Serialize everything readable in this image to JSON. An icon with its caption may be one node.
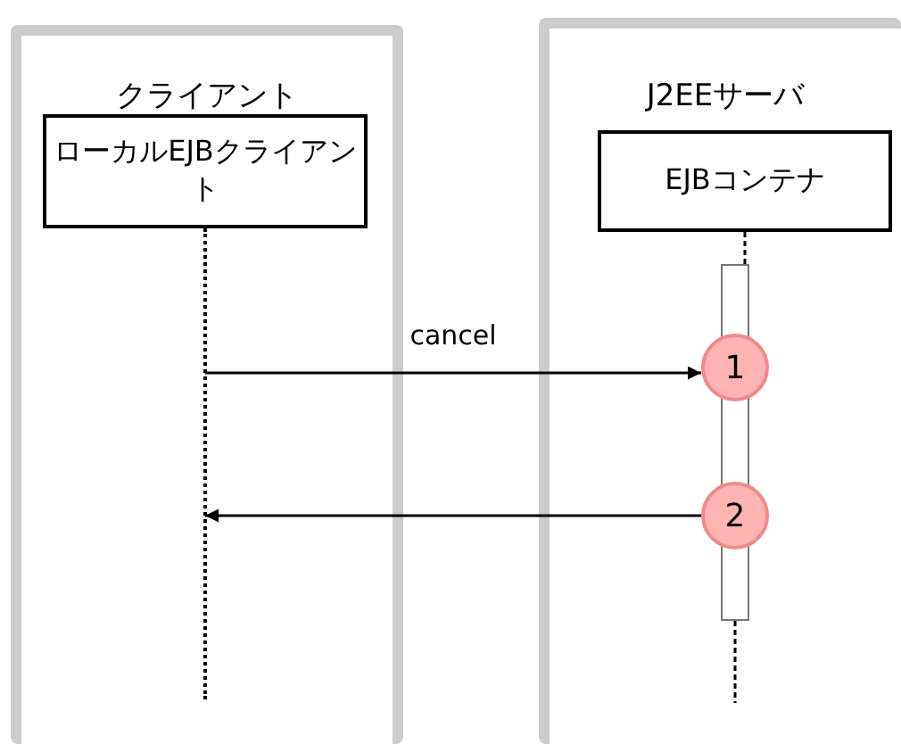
{
  "diagram": {
    "nodes": [
      {
        "text": [
          "クライアント"
        ]
      },
      {
        "text": [
          "ローカルEJBクライアント"
        ],
        "in": 0
      },
      {
        "text": [
          "J2EEサーバ"
        ]
      },
      {
        "text": [
          "EJBコンテナ"
        ],
        "in": 2
      },
      {
        "text": [
          "1"
        ],
        "in": 2
      },
      {
        "text": [
          "2"
        ],
        "in": 2
      },
      {
        "text": [],
        "shape": "line",
        "in": 0
      },
      {
        "text": [],
        "shape": "bar",
        "in": 2
      }
    ],
    "edges": [
      {
        "from": 6,
        "to": 4,
        "arrow": "to",
        "label": "cancel"
      },
      {
        "from": 5,
        "to": 6,
        "arrow": "to"
      },
      {
        "from": 3,
        "to": 7,
        "arrow": "none",
        "style": "dashed"
      },
      {
        "from": 7,
        "to": null,
        "arrow": "none",
        "style": "dashed"
      }
    ]
  }
}
